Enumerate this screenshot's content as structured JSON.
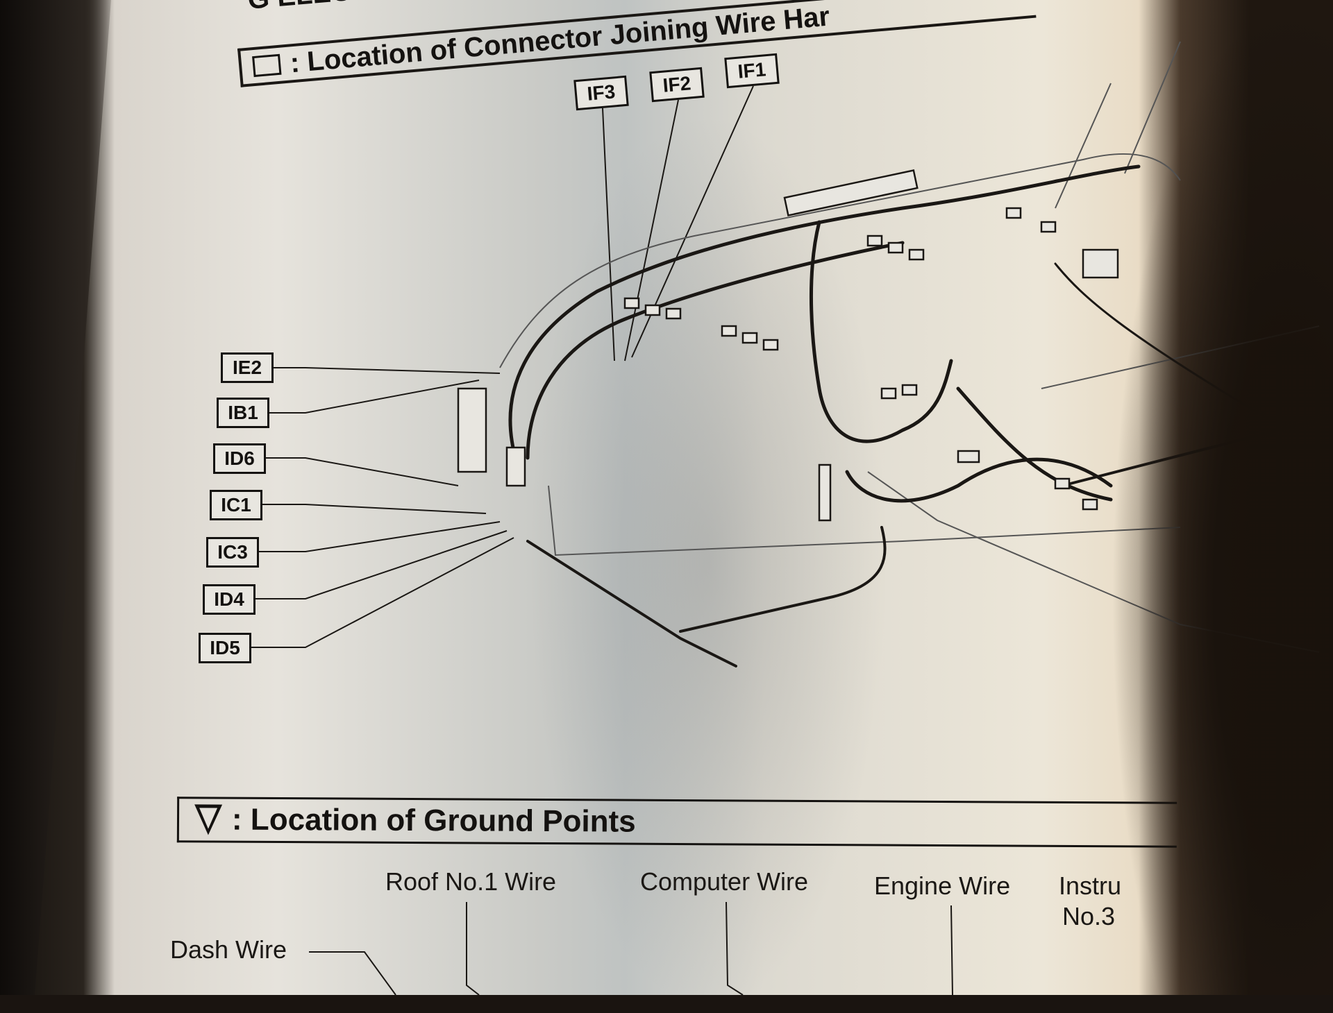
{
  "page_header": "G ELECTRICAL WI",
  "connector_section": {
    "icon": "square-icon",
    "title": ": Location of Connector Joining Wire Har"
  },
  "top_connectors": [
    "IF3",
    "IF2",
    "IF1"
  ],
  "left_connectors": [
    "IE2",
    "IB1",
    "ID6",
    "IC1",
    "IC3",
    "ID4",
    "ID5"
  ],
  "ground_section": {
    "icon": "triangle-icon",
    "title": ": Location of Ground Points"
  },
  "wire_labels": {
    "roof": "Roof No.1 Wire",
    "computer": "Computer Wire",
    "engine": "Engine Wire",
    "instrument_1": "Instru",
    "instrument_2": "No.3",
    "dash": "Dash Wire"
  }
}
